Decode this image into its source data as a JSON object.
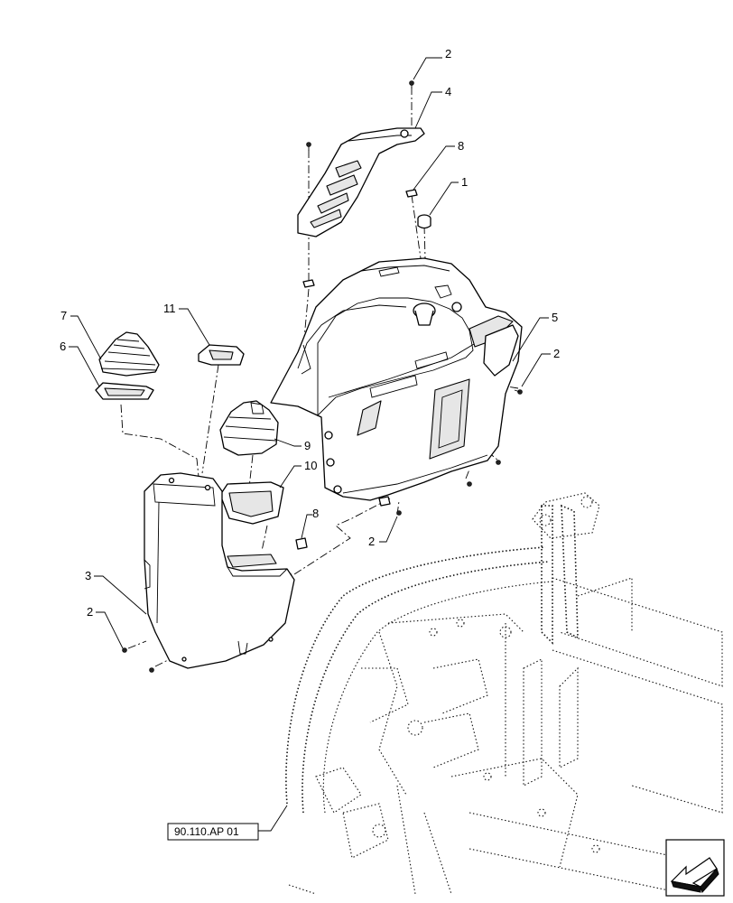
{
  "callouts": {
    "c2_top": "2",
    "c4": "4",
    "c8_top": "8",
    "c1": "1",
    "c5": "5",
    "c2_right": "2",
    "c7": "7",
    "c6": "6",
    "c11": "11",
    "c9": "9",
    "c10": "10",
    "c8_mid": "8",
    "c2_mid": "2",
    "c3": "3",
    "c2_left": "2"
  },
  "reference_box": "90.110.AP 01",
  "navigation_arrow_icon": "arrow-icon"
}
